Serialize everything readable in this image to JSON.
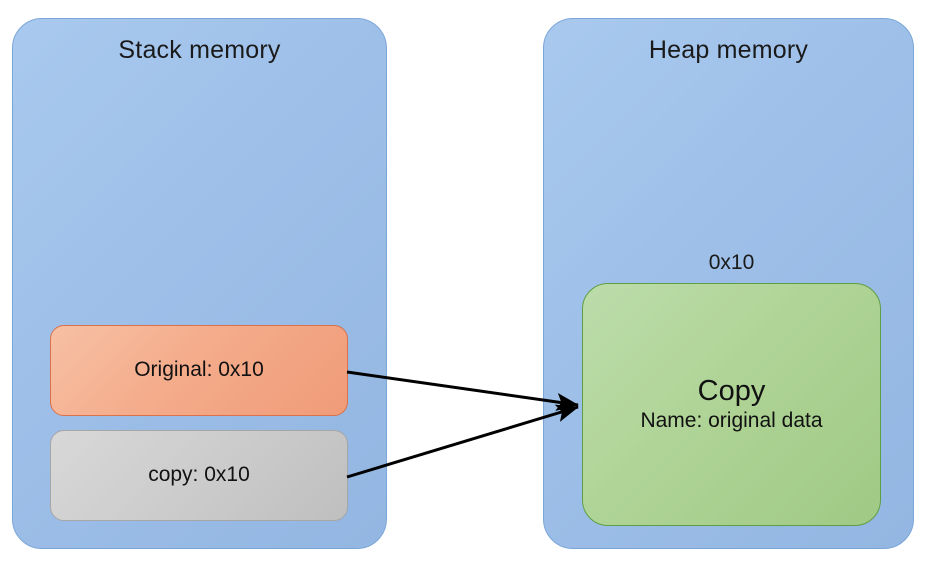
{
  "diagram": {
    "title_visible": false,
    "background_color": "#ffffff",
    "regions": [
      {
        "key": "stack",
        "title": "Stack memory",
        "color": "#9dbfe8",
        "cells": [
          {
            "key": "original",
            "label": "Original: 0x10",
            "color": "#f4ac8b"
          },
          {
            "key": "copy",
            "label": "copy: 0x10",
            "color": "#cccccc"
          }
        ]
      },
      {
        "key": "heap",
        "title": "Heap memory",
        "color": "#9dbfe8",
        "address_label": "0x10",
        "object": {
          "key": "copy-object",
          "title": "Copy",
          "field": "Name: original data",
          "color": "#aed395"
        }
      }
    ],
    "arrows": [
      {
        "key": "original-to-heap",
        "from": "original",
        "to": "copy-object",
        "color": "#000000"
      },
      {
        "key": "copy-to-heap",
        "from": "copy",
        "to": "copy-object",
        "color": "#000000"
      }
    ]
  }
}
